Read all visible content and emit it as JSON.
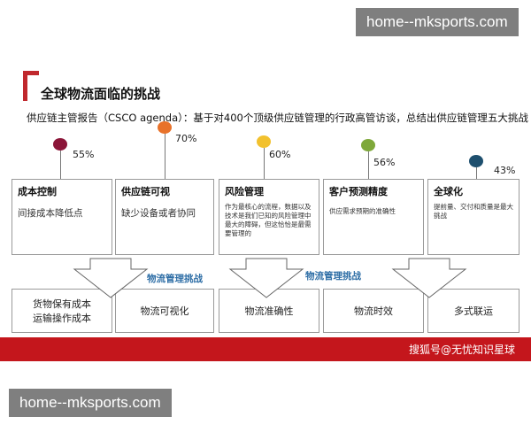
{
  "watermark": {
    "top": "home--mksports.com",
    "bottom": "home--mksports.com"
  },
  "slide": {
    "title": "全球物流面临的挑战",
    "subtitle": "供应链主管报告（CSCO agenda）：基于对400个顶级供应链管理的行政高管访谈，总结出供应链管理五大挑战",
    "colors": {
      "red": "#c4161c",
      "blue_label": "#2e6ea6"
    },
    "challenges": [
      {
        "pct": "55%",
        "dot_color": "#8b1538",
        "head": "成本控制",
        "body": "间接成本降低点"
      },
      {
        "pct": "70%",
        "dot_color": "#e8722a",
        "head": "供应链可视",
        "body": "缺少设备或者协同"
      },
      {
        "pct": "60%",
        "dot_color": "#f2c12e",
        "head": "风险管理",
        "body": "作为最核心的流程，数据以及技术是我们已知的风险管理中最大的障碍，但这恰恰是最需要管理的"
      },
      {
        "pct": "56%",
        "dot_color": "#7ea83a",
        "head": "客户预测精度",
        "body": "供应需求预期的准确性"
      },
      {
        "pct": "43%",
        "dot_color": "#1e4f6e",
        "head": "全球化",
        "body": "提前量、交付和质量是最大挑战"
      }
    ],
    "logistics_label_1": "物流管理挑战",
    "logistics_label_2": "物流管理挑战",
    "bottom_items": [
      "货物保有成本\n运输操作成本",
      "物流可视化",
      "物流准确性",
      "物流时效",
      "多式联运"
    ],
    "footer": "搜狐号@无忧知识星球"
  }
}
